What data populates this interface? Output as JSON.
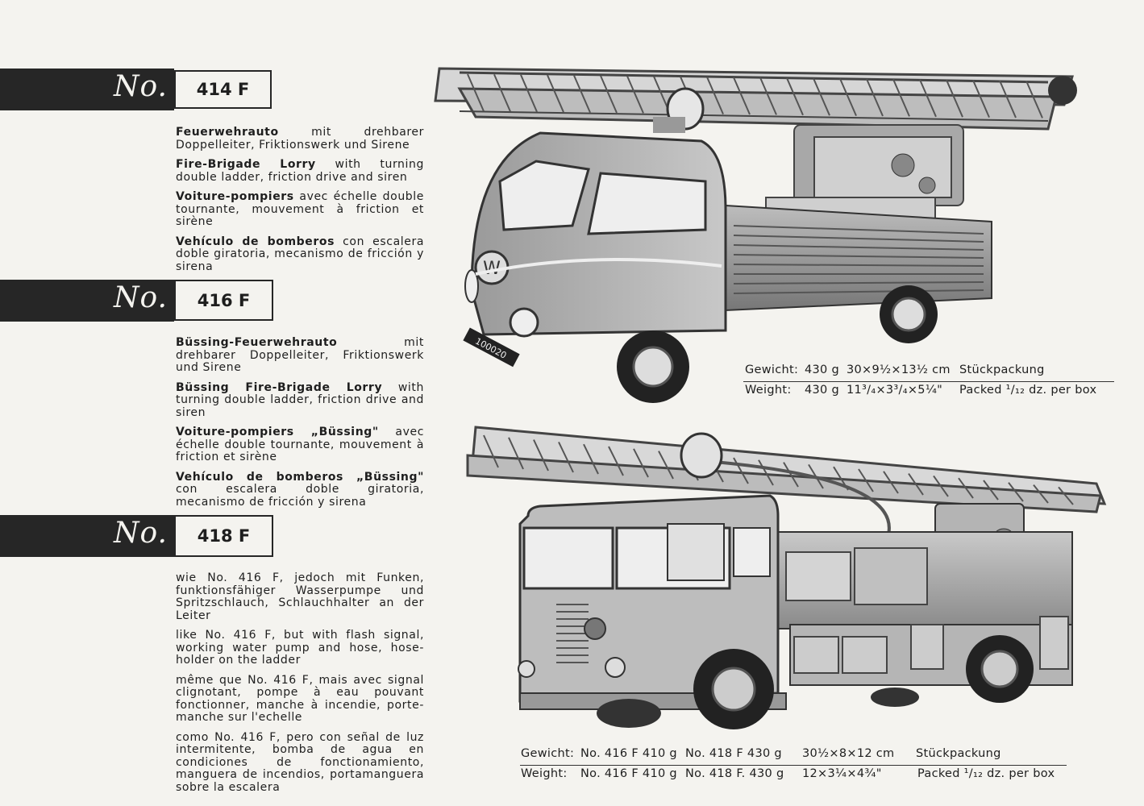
{
  "items": [
    {
      "no_label": "No.",
      "number": "414 F",
      "de_bold": "Feuerwehrauto",
      "de_rest": " mit drehbarer Doppelleiter, Friktionswerk und Sirene",
      "en_bold": "Fire-Brigade Lorry",
      "en_rest": " with turning double ladder, friction drive and siren",
      "fr_bold": "Voiture-pompiers",
      "fr_rest": " avec échelle double tournante, mouvement à friction et sirène",
      "es_bold": "Vehículo de bomberos",
      "es_rest": " con escalera doble giratoria, mecanismo de fricción y sirena"
    },
    {
      "no_label": "No.",
      "number": "416 F",
      "de_bold": "Büssing-Feuerwehrauto",
      "de_rest": " mit drehbarer Doppelleiter, Friktionswerk und Sirene",
      "en_bold": "Büssing Fire-Brigade Lorry",
      "en_rest": " with turning double ladder, friction drive and siren",
      "fr_bold": "Voiture-pompiers „Büssing\"",
      "fr_rest": " avec échelle double tournante, mouvement à friction et sirène",
      "es_bold": "Vehículo de bomberos „Büssing\"",
      "es_rest": " con escalera doble giratoria, mecanismo de fricción y sirena"
    },
    {
      "no_label": "No.",
      "number": "418 F",
      "de": "wie No. 416 F, jedoch mit Funken, funktionsfähiger Wasserpumpe und Spritzschlauch, Schlauchhalter an der Leiter",
      "en": "like No. 416 F, but with flash signal, working water pump and hose, hose-holder on the ladder",
      "fr": "même que No. 416 F, mais avec signal clignotant, pompe à eau pouvant fonctionner, manche à incendie, porte-manche sur l'echelle",
      "es": "como No. 416 F, pero con señal de luz intermitente, bomba de agua en condiciones de fonctionamiento, manguera de incendios, portamanguera sobre la escalera"
    }
  ],
  "specs_top": {
    "row1": {
      "label": "Gewicht:",
      "weight": "430 g",
      "dims": "30×9½×13½ cm",
      "pack": "Stückpackung"
    },
    "row2": {
      "label": "Weight:",
      "weight": "430 g",
      "dims": "11³/₄×3³/₄×5¼\"",
      "pack": "Packed ¹/₁₂ dz. per box"
    }
  },
  "specs_bottom": {
    "row1": {
      "label": "Gewicht:",
      "w1": "No. 416 F 410 g",
      "w2": "No. 418 F 430 g",
      "dims": "30½×8×12 cm",
      "pack": "Stückpackung"
    },
    "row2": {
      "label": "Weight:",
      "w1": "No. 416 F 410 g",
      "w2": "No. 418 F. 430 g",
      "dims": "12×3¼×4¾\"",
      "pack": "Packed ¹/₁₂ dz. per box"
    }
  },
  "plate_text": "100020",
  "colors": {
    "band": "#262626",
    "paper": "#f4f3ef"
  }
}
